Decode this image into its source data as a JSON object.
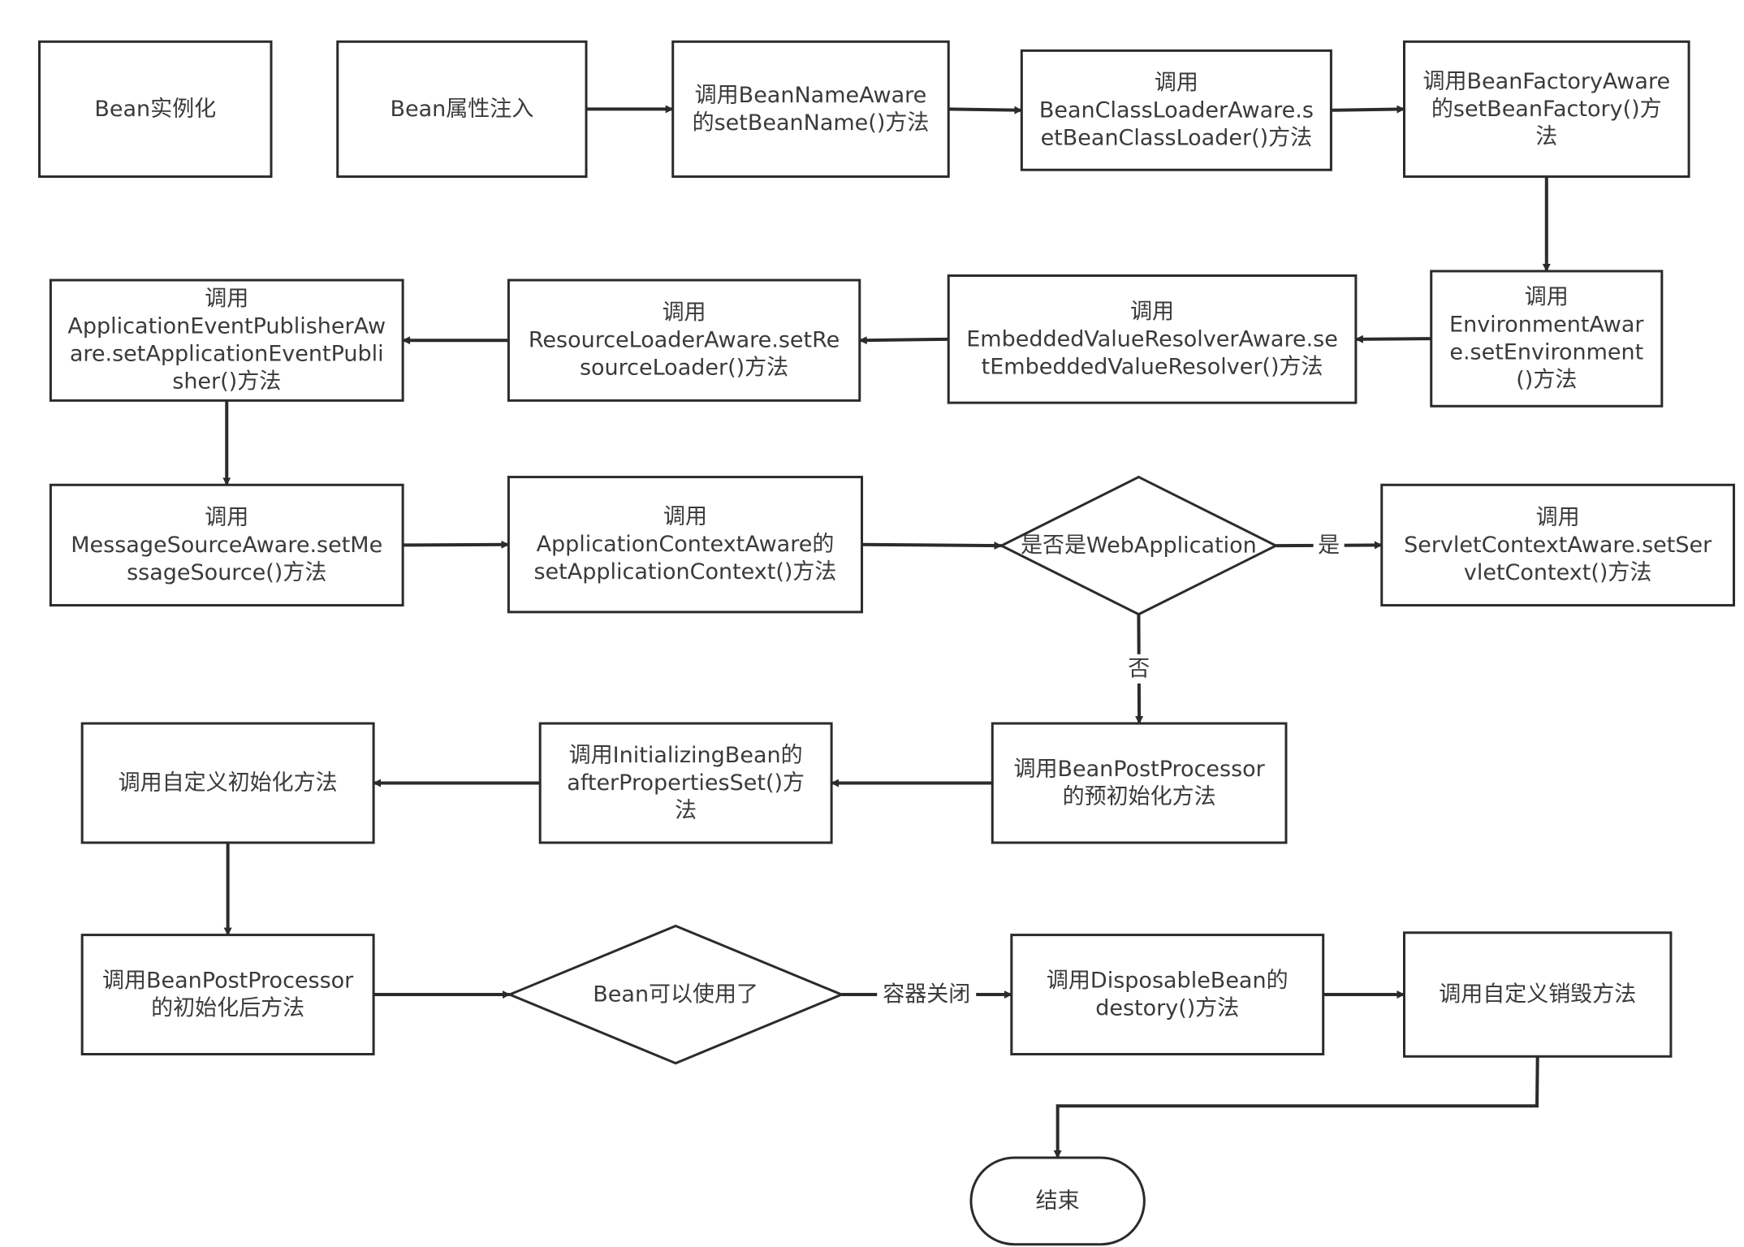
{
  "nodes": [
    {
      "id": "n1",
      "shape": "rect",
      "lines": [
        "Bean实例化"
      ]
    },
    {
      "id": "n2",
      "shape": "rect",
      "lines": [
        "Bean属性注入"
      ]
    },
    {
      "id": "n3",
      "shape": "rect",
      "lines": [
        "调用BeanNameAware",
        "的setBeanName()方法"
      ]
    },
    {
      "id": "n4",
      "shape": "rect",
      "lines": [
        "调用",
        "BeanClassLoaderAware.s",
        "etBeanClassLoader()方法"
      ]
    },
    {
      "id": "n5",
      "shape": "rect",
      "lines": [
        "调用BeanFactoryAware",
        "的setBeanFactory()方",
        "法"
      ]
    },
    {
      "id": "n6",
      "shape": "rect",
      "lines": [
        "调用",
        "EnvironmentAwar",
        "e.setEnvironment",
        "()方法"
      ]
    },
    {
      "id": "n7",
      "shape": "rect",
      "lines": [
        "调用",
        "EmbeddedValueResolverAware.se",
        "tEmbeddedValueResolver()方法"
      ]
    },
    {
      "id": "n8",
      "shape": "rect",
      "lines": [
        "调用",
        "ResourceLoaderAware.setRe",
        "sourceLoader()方法"
      ]
    },
    {
      "id": "n9",
      "shape": "rect",
      "lines": [
        "调用",
        "ApplicationEventPublisherAw",
        "are.setApplicationEventPubli",
        "sher()方法"
      ]
    },
    {
      "id": "n10",
      "shape": "rect",
      "lines": [
        "调用",
        "MessageSourceAware.setMe",
        "ssageSource()方法"
      ]
    },
    {
      "id": "n11",
      "shape": "rect",
      "lines": [
        "调用",
        "ApplicationContextAware的",
        "setApplicationContext()方法"
      ]
    },
    {
      "id": "n12",
      "shape": "diamond",
      "lines": [
        "是否是WebApplication"
      ]
    },
    {
      "id": "n13",
      "shape": "rect",
      "lines": [
        "调用",
        "ServletContextAware.setSer",
        "vletContext()方法"
      ]
    },
    {
      "id": "n14",
      "shape": "rect",
      "lines": [
        "调用BeanPostProcessor",
        "的预初始化方法"
      ]
    },
    {
      "id": "n15",
      "shape": "rect",
      "lines": [
        "调用InitializingBean的",
        "afterPropertiesSet()方",
        "法"
      ]
    },
    {
      "id": "n16",
      "shape": "rect",
      "lines": [
        "调用自定义初始化方法"
      ]
    },
    {
      "id": "n17",
      "shape": "rect",
      "lines": [
        "调用BeanPostProcessor",
        "的初始化后方法"
      ]
    },
    {
      "id": "n18",
      "shape": "diamond",
      "lines": [
        "Bean可以使用了"
      ]
    },
    {
      "id": "n19",
      "shape": "rect",
      "lines": [
        "调用DisposableBean的",
        "destory()方法"
      ]
    },
    {
      "id": "n20",
      "shape": "rect",
      "lines": [
        "调用自定义销毁方法"
      ]
    },
    {
      "id": "n21",
      "shape": "terminal",
      "lines": [
        "结束"
      ]
    }
  ],
  "edges": [
    {
      "from": "n2",
      "to": "n3",
      "label": ""
    },
    {
      "from": "n3",
      "to": "n4",
      "label": ""
    },
    {
      "from": "n4",
      "to": "n5",
      "label": ""
    },
    {
      "from": "n5",
      "to": "n6",
      "label": ""
    },
    {
      "from": "n6",
      "to": "n7",
      "label": ""
    },
    {
      "from": "n7",
      "to": "n8",
      "label": ""
    },
    {
      "from": "n8",
      "to": "n9",
      "label": ""
    },
    {
      "from": "n9",
      "to": "n10",
      "label": ""
    },
    {
      "from": "n10",
      "to": "n11",
      "label": ""
    },
    {
      "from": "n11",
      "to": "n12",
      "label": ""
    },
    {
      "from": "n12",
      "to": "n13",
      "label": "是"
    },
    {
      "from": "n12",
      "to": "n14",
      "label": "否"
    },
    {
      "from": "n14",
      "to": "n15",
      "label": ""
    },
    {
      "from": "n15",
      "to": "n16",
      "label": ""
    },
    {
      "from": "n16",
      "to": "n17",
      "label": ""
    },
    {
      "from": "n17",
      "to": "n18",
      "label": ""
    },
    {
      "from": "n18",
      "to": "n19",
      "label": "容器关闭"
    },
    {
      "from": "n19",
      "to": "n20",
      "label": ""
    },
    {
      "from": "n20",
      "to": "n21",
      "label": ""
    }
  ]
}
